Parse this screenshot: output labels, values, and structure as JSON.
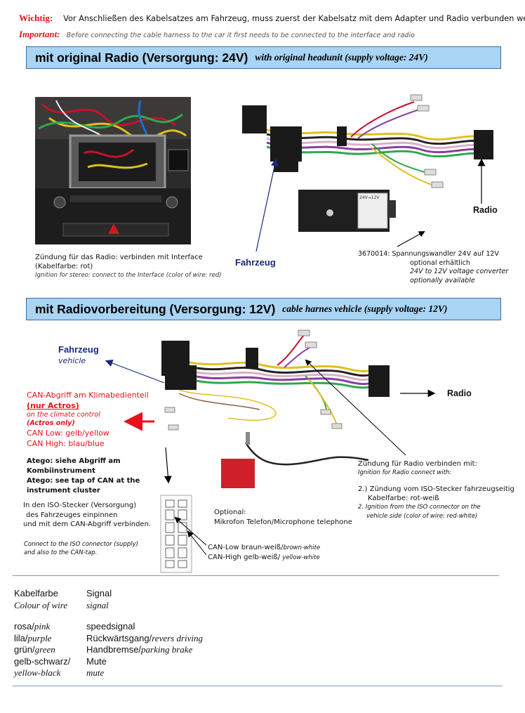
{
  "header": {
    "wichtig_label": "Wichtig:",
    "wichtig_text": "Vor Anschließen des Kabelsatzes am Fahrzeug, muss zuerst der Kabelsatz mit dem Adapter und Radio verbunden werden!",
    "important_label": "Important:",
    "important_text": "Before connecting the cable harness to the car it first needs to be connected to the interface and radio"
  },
  "section1": {
    "title": "mit original Radio (Versorgung: 24V)",
    "subtitle": "with original headunit (supply voltage: 24V)",
    "ignition_de": "Zündung für das Radio: verbinden mit Interface",
    "ignition_de2": "(Kabelfarbe: rot)",
    "ignition_en": "Ignition for stereo: connect to the Interface (color of wire: red)",
    "fahrzeug": "Fahrzeug",
    "radio": "Radio",
    "converter_de1": "3670014: Spannungswandler 24V auf 12V",
    "converter_de2": "optional erhältlich",
    "converter_en1": "24V to 12V voltage converter",
    "converter_en2": "optionally available",
    "converter_label": "24V→12V"
  },
  "section2": {
    "title": "mit Radiovorbereitung (Versorgung: 12V)",
    "subtitle": "cable harnes vehicle (supply voltage: 12V)",
    "fahrzeug": "Fahrzeug",
    "vehicle": "vehicle",
    "radio": "Radio",
    "can_title": "CAN-Abgriff am Klimabedienteil",
    "can_only": "(nur Actros)",
    "can_en": "on the climate control",
    "can_en_only": "(Actros only)",
    "can_low": "CAN Low: gelb/yellow",
    "can_high": "CAN High: blau/blue",
    "atego_de1": "Atego: siehe Abgriff am",
    "atego_de2": "Kombiinstrument",
    "atego_en1": "Atego: see tap of CAN at the",
    "atego_en2": "instrument cluster",
    "iso_de1": "In den ISO-Stecker (Versorgung)",
    "iso_de2": "des Fahrzeuges einpinnen",
    "iso_de3": "und mit dem CAN-Abgriff verbinden.",
    "iso_en1": "Connect to the ISO connector (supply)",
    "iso_en2": "and also to the CAN-tap.",
    "optional": "Optional:",
    "mic": "Mikrofon Telefon/Microphone telephone",
    "canlow_de": "CAN-Low braun-weiß/",
    "canlow_en": "brown-white",
    "canhigh_de": "CAN-High gelb-weiß/ ",
    "canhigh_en": "yellow-white",
    "ign_de": "Zündung für Radio verbinden mit:",
    "ign_en": "Ignition for Radio connect with:",
    "ign2_de1": "2.) Zündung vom ISO-Stecker fahrzeugseitig",
    "ign2_de2": "Kabelfarbe: rot-weiß",
    "ign2_en1": "2. Ignition from the ISO connector on the",
    "ign2_en2": "vehicle side (color of wire: red-white)"
  },
  "legend": {
    "head_de": "Kabelfarbe",
    "head_signal": "Signal",
    "head_en": "Colour of wire",
    "head_signal_en": "signal",
    "rows": [
      {
        "c_de": "rosa/",
        "c_en": "pink",
        "s_de": "speedsignal",
        "s_en": ""
      },
      {
        "c_de": "lila/",
        "c_en": "purple",
        "s_de": "Rückwärtsgang/",
        "s_en": "revers driving"
      },
      {
        "c_de": "grün/",
        "c_en": "green",
        "s_de": "Handbremse/",
        "s_en": "parking brake"
      },
      {
        "c_de": "gelb-schwarz/",
        "c_en": "",
        "s_de": "Mute",
        "s_en": ""
      },
      {
        "c_de": "",
        "c_en": "yellow-black",
        "s_de": "",
        "s_en": "mute"
      }
    ]
  },
  "colors": {
    "banner": "#a9d4f3",
    "red": "#e8101a",
    "navy": "#1a2a7a",
    "rule": "#7b9bcc"
  }
}
